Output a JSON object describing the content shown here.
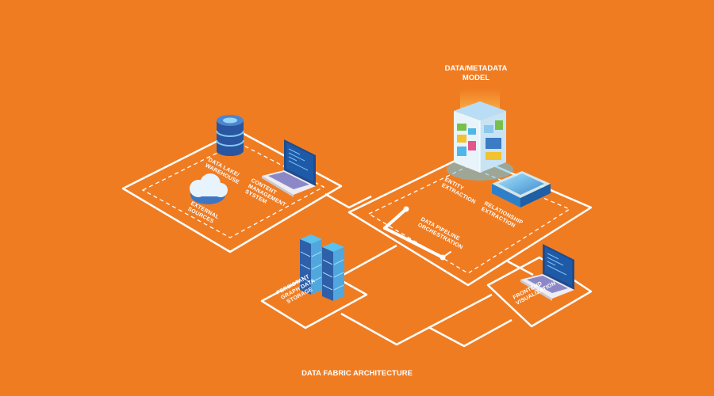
{
  "diagram": {
    "title": "DATA FABRIC ARCHITECTURE",
    "model": {
      "line1": "DATA/METADATA",
      "line2": "MODEL"
    },
    "nodes": {
      "data_lake": {
        "line1": "DATA LAKE/",
        "line2": "WAREHOUSE"
      },
      "external": {
        "line1": "EXTERNAL",
        "line2": "SOURCES"
      },
      "cms": {
        "line1": "CONTENT",
        "line2": "MANAGEMENT",
        "line3": "SYSTEM"
      },
      "entity": {
        "line1": "ENTITY",
        "line2": "EXTRACTION"
      },
      "relationship": {
        "line1": "RELATIONSHIP",
        "line2": "EXTRACTION"
      },
      "pipeline": {
        "line1": "DATA PIPELINE",
        "line2": "ORCHESTRATION"
      },
      "graph_storage": {
        "line1": "PERSISTANT",
        "line2": "GRAPH DATA",
        "line3": "STORAGE"
      },
      "frontend": {
        "line1": "FRONTEND",
        "line2": "VISUALIZATION"
      }
    }
  },
  "colors": {
    "background": "#F07C22",
    "line": "#FFFFFF",
    "server_blue": "#2E5FA8",
    "server_cyan": "#4FB6E8",
    "screen": "#1F5AA6"
  },
  "icons": [
    "database-icon",
    "cloud-icon",
    "laptop-icon",
    "server-rack-icon",
    "glass-slab-icon",
    "data-tower-icon",
    "pipeline-icon"
  ]
}
